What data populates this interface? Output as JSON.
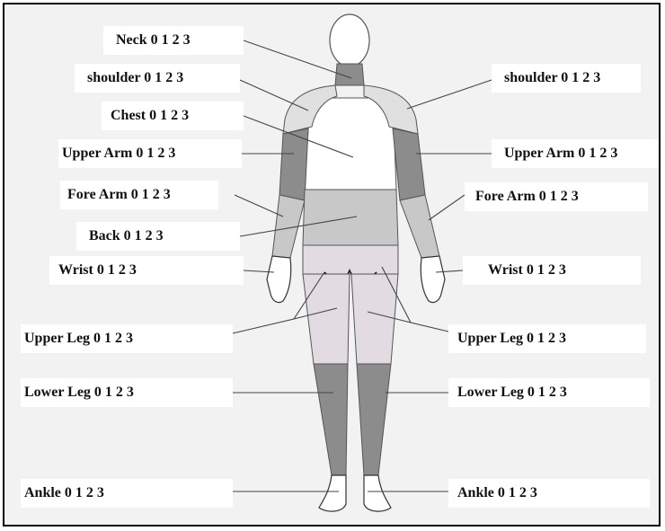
{
  "labels": {
    "neck": "Neck 0 1 2 3",
    "shoulder_left": "shoulder 0 1 2 3",
    "shoulder_right": "shoulder 0 1 2 3",
    "chest": "Chest 0 1 2 3",
    "upper_arm_left": "Upper Arm 0 1 2 3",
    "upper_arm_right": "Upper Arm 0 1 2 3",
    "fore_arm_left": "Fore Arm 0 1 2 3",
    "fore_arm_right": "Fore Arm 0 1 2 3",
    "back": "Back 0 1 2 3",
    "wrist_left": "Wrist 0 1 2 3",
    "wrist_right": "Wrist 0 1 2 3",
    "upper_leg_left": "Upper Leg 0 1 2 3",
    "upper_leg_right": "Upper Leg 0 1 2 3",
    "lower_leg_left": "Lower Leg 0 1 2 3",
    "lower_leg_right": "Lower Leg 0 1 2 3",
    "ankle_left": "Ankle 0 1 2 3",
    "ankle_right": "Ankle 0 1 2 3"
  },
  "colors": {
    "background": "#f2f2f2",
    "light_region": "#e0e0e0",
    "medium_region": "#c8c8c8",
    "dark_region": "#8c8c8c",
    "upper_leg_region": "#e2dce2"
  }
}
